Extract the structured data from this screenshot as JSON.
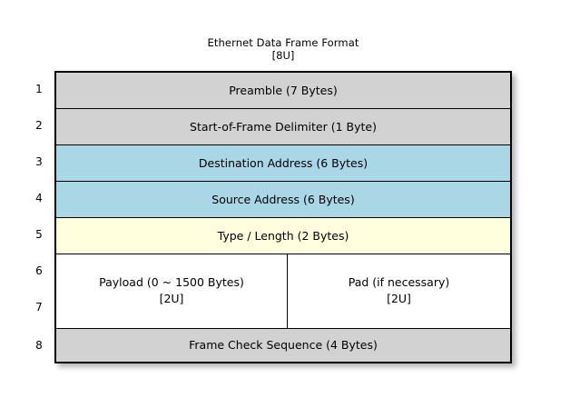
{
  "title": {
    "main": "Ethernet Data Frame Format",
    "sub": "[8U]"
  },
  "colors": {
    "gray": "#D2D2D2",
    "blue": "#AAD7E6",
    "yellow": "#FFFFDD",
    "white": "#FFFFFF",
    "border": "#000000"
  },
  "row_numbers": [
    "1",
    "2",
    "3",
    "4",
    "5",
    "6",
    "7",
    "8"
  ],
  "rows": [
    {
      "number": "1",
      "label": "Preamble (7 Bytes)",
      "fill": "gray"
    },
    {
      "number": "2",
      "label": "Start-of-Frame Delimiter (1 Byte)",
      "fill": "gray"
    },
    {
      "number": "3",
      "label": "Destination Address (6 Bytes)",
      "fill": "blue"
    },
    {
      "number": "4",
      "label": "Source Address (6 Bytes)",
      "fill": "blue"
    },
    {
      "number": "5",
      "label": "Type / Length (2 Bytes)",
      "fill": "yellow"
    },
    {
      "number": "6-7",
      "fill": "white",
      "split": true,
      "left": {
        "label": "Payload (0 ~ 1500 Bytes)",
        "sub": "[2U]"
      },
      "right": {
        "label": "Pad (if necessary)",
        "sub": "[2U]"
      }
    },
    {
      "number": "8",
      "label": "Frame Check Sequence (4 Bytes)",
      "fill": "gray"
    }
  ]
}
